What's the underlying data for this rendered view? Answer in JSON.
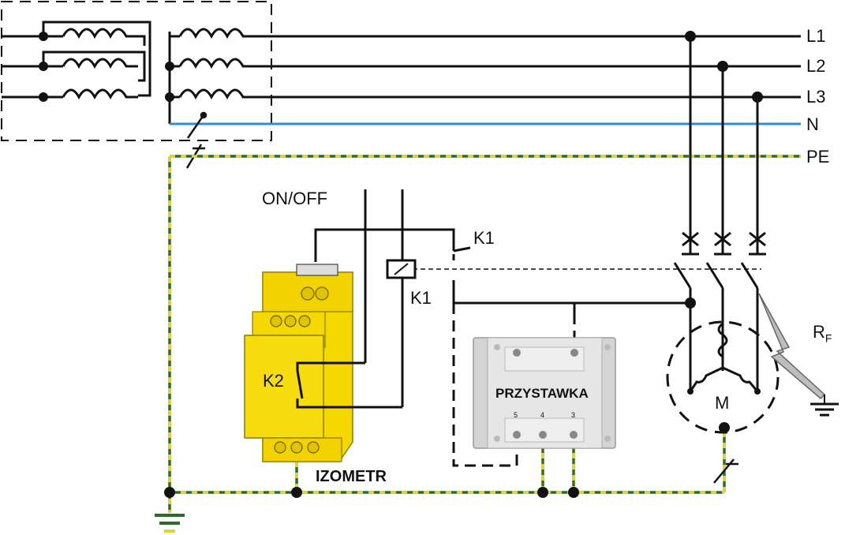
{
  "lines": {
    "l1": "L1",
    "l2": "L2",
    "l3": "L3",
    "n": "N",
    "pe": "PE"
  },
  "labels": {
    "on_off": "ON/OFF",
    "k1_contact": "K1",
    "k1_coil": "K1",
    "k2": "K2",
    "izometr": "IZOMETR",
    "przystawka": "PRZYSTAWKA",
    "motor": "M",
    "rf_main": "R",
    "rf_sub": "F",
    "terminal_5": "5",
    "terminal_4": "4",
    "terminal_3": "3"
  },
  "colors": {
    "wire": "#111111",
    "neutral": "#2a8fd6",
    "pe_green": "#2c6b2c",
    "pe_yellow": "#e8d23a",
    "device_yellow": "#f5d800",
    "adapter_grey": "#d4d4d4"
  }
}
